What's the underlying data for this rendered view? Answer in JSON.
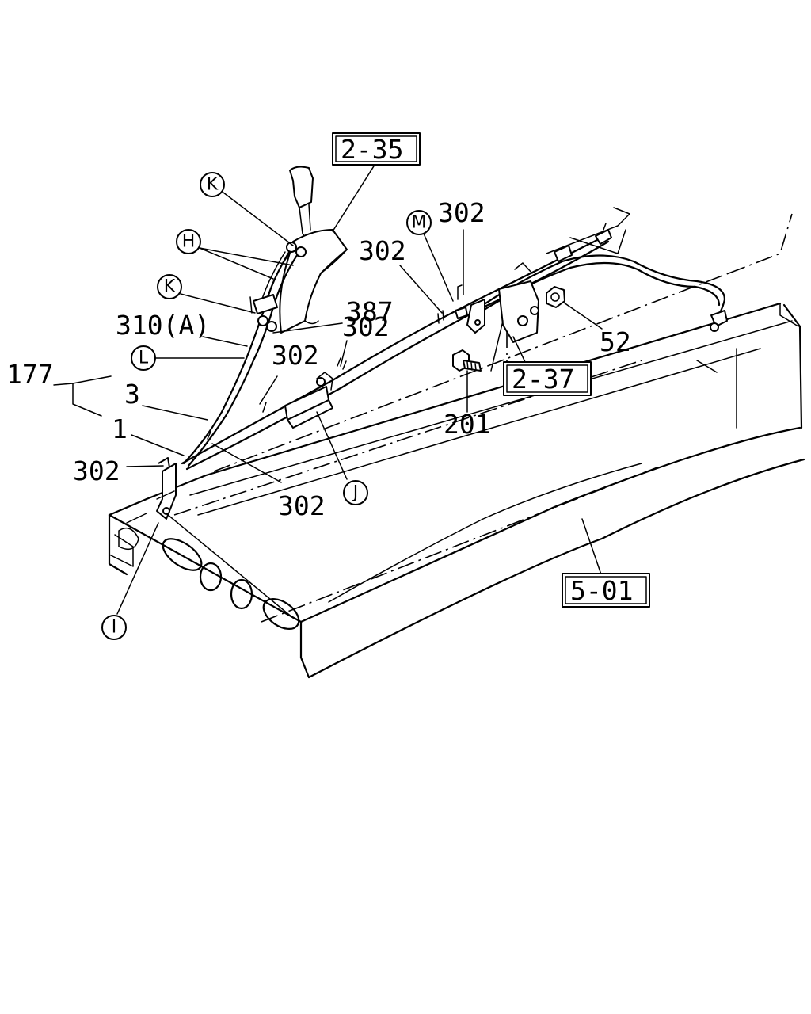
{
  "diagram": {
    "boxed_refs": {
      "ref_2_35": "2-35",
      "ref_2_37": "2-37",
      "ref_5_01": "5-01"
    },
    "circled_refs": {
      "k_upper": "K",
      "h": "H",
      "k_lower": "K",
      "l": "L",
      "m": "M",
      "j": "J",
      "i": "I"
    },
    "part_numbers": {
      "p302_top_right": "302",
      "p302_mid": "302",
      "p387": "387",
      "p310a": "310(A)",
      "p302_center": "302",
      "p302_left_mid": "302",
      "p177": "177",
      "p3": "3",
      "p1": "1",
      "p302_left": "302",
      "p302_bottom": "302",
      "p52": "52",
      "p201": "201"
    }
  }
}
